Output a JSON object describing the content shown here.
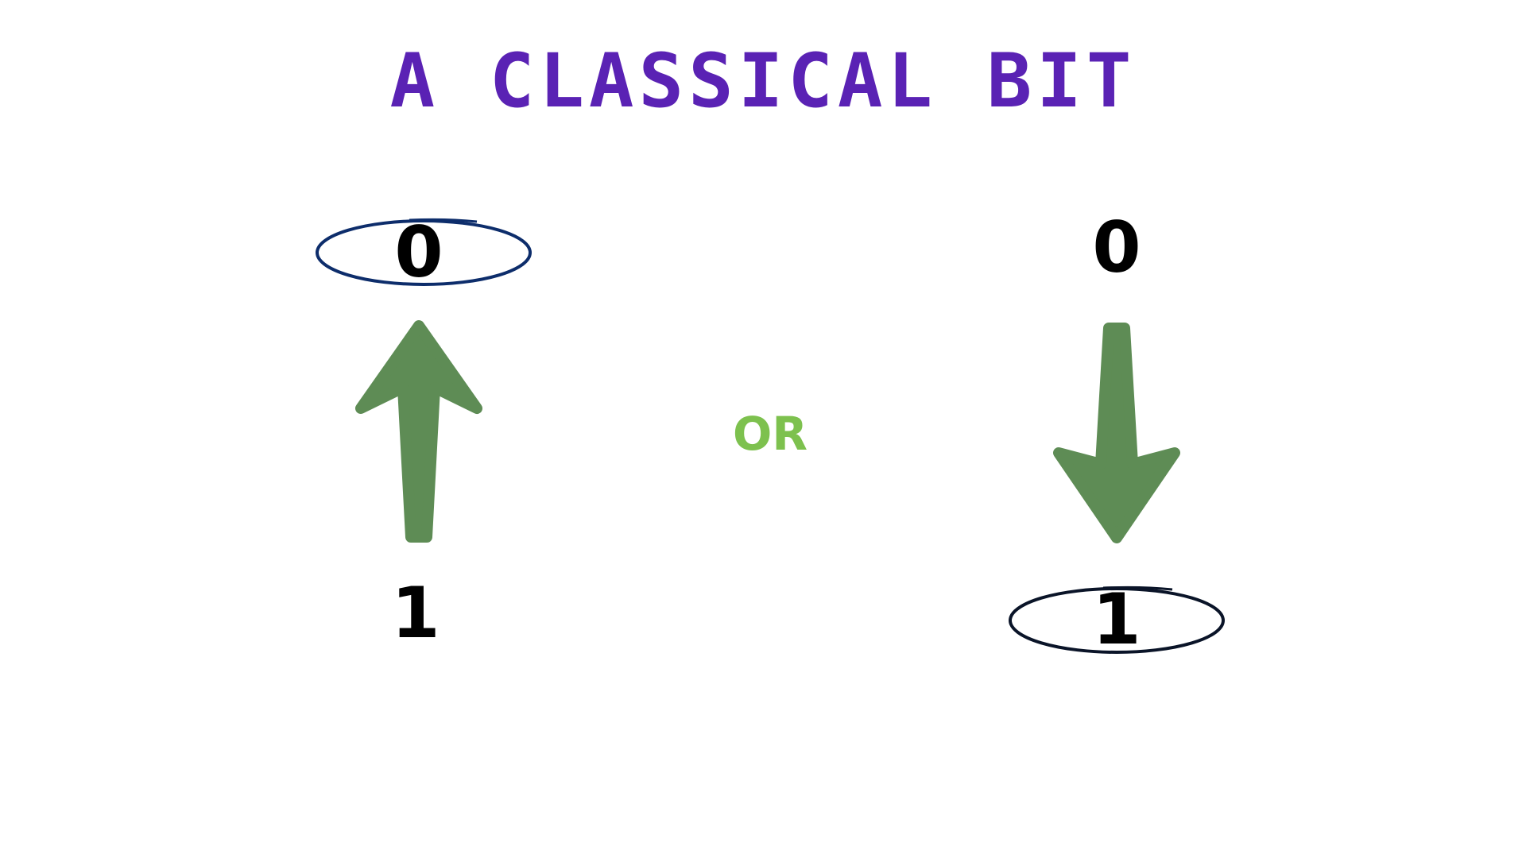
{
  "title": "A CLASSICAL BIT",
  "connector": "OR",
  "left_state": {
    "top_label": "0",
    "bottom_label": "1",
    "arrow": "arrow-up-icon",
    "circled": "top"
  },
  "right_state": {
    "top_label": "0",
    "bottom_label": "1",
    "arrow": "arrow-down-icon",
    "circled": "bottom"
  },
  "colors": {
    "title": "#5a22b4",
    "arrow": "#5e8c55",
    "connector": "#7dc14e",
    "digit": "#000000",
    "ellipse_left": "#0d2d6b",
    "ellipse_right": "#0a1428",
    "background": "#ffffff"
  }
}
